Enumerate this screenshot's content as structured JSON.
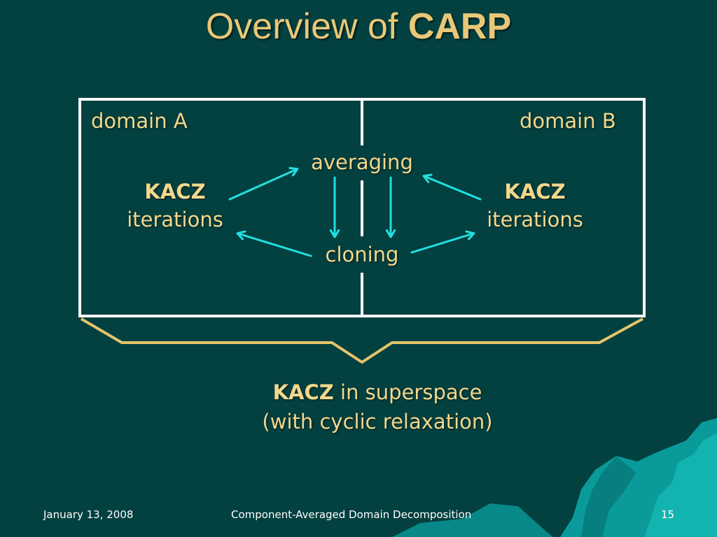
{
  "slide": {
    "title_plain": "Overview of ",
    "title_bold": "CARP",
    "domain_a": "domain A",
    "domain_b": "domain B",
    "left_method": "KACZ",
    "left_sub": "iterations",
    "right_method": "KACZ",
    "right_sub": "iterations",
    "averaging": "averaging",
    "cloning": "cloning",
    "summary_bold": "KACZ",
    "summary_rest": " in superspace",
    "summary_line2": "(with cyclic relaxation)"
  },
  "footer": {
    "date": "January 13, 2008",
    "title": "Component-Averaged Domain Decomposition",
    "page": "15"
  },
  "colors": {
    "background": "#034040",
    "text": "#f2d88c",
    "title": "#e8c878",
    "arrows": "#22e0e0",
    "frame": "#ffffff",
    "brace": "#e6c46a",
    "decoration": "#0aa0a0"
  }
}
